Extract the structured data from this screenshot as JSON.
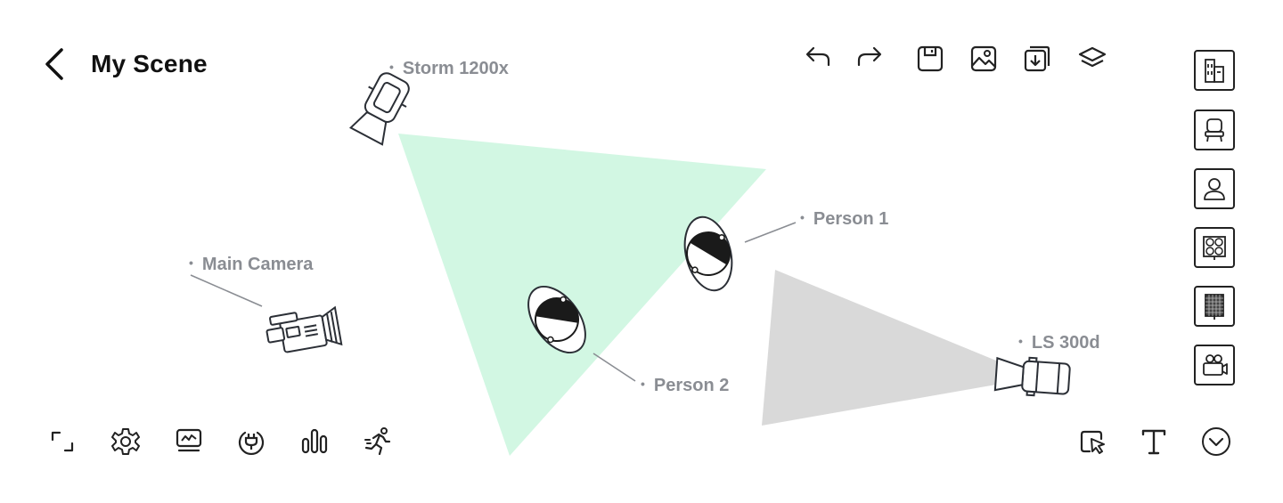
{
  "header": {
    "title": "My Scene",
    "back_icon": "chevron-left-icon"
  },
  "toolbar_top": [
    {
      "id": "undo",
      "icon": "undo-icon"
    },
    {
      "id": "redo",
      "icon": "redo-icon"
    },
    {
      "id": "save",
      "icon": "save-icon"
    },
    {
      "id": "image",
      "icon": "image-icon"
    },
    {
      "id": "export",
      "icon": "export-icon"
    },
    {
      "id": "layers",
      "icon": "layers-icon"
    }
  ],
  "palette": [
    {
      "id": "building",
      "icon": "building-icon"
    },
    {
      "id": "chair",
      "icon": "chair-icon"
    },
    {
      "id": "person",
      "icon": "person-icon"
    },
    {
      "id": "light-panel",
      "icon": "light-panel-icon"
    },
    {
      "id": "grid-panel",
      "icon": "grid-panel-icon"
    },
    {
      "id": "camera",
      "icon": "video-camera-icon"
    }
  ],
  "toolbar_bottom_left": [
    {
      "id": "frame",
      "icon": "frame-corners-icon"
    },
    {
      "id": "settings",
      "icon": "gear-icon"
    },
    {
      "id": "monitor",
      "icon": "monitor-icon"
    },
    {
      "id": "power",
      "icon": "power-plug-icon"
    },
    {
      "id": "stats",
      "icon": "bar-chart-icon"
    },
    {
      "id": "motion",
      "icon": "running-person-icon"
    }
  ],
  "toolbar_bottom_right": [
    {
      "id": "select",
      "icon": "select-shape-icon"
    },
    {
      "id": "text",
      "icon": "text-icon"
    },
    {
      "id": "more",
      "icon": "chevron-down-circle-icon"
    }
  ],
  "scene": {
    "labels": {
      "storm": "Storm 1200x",
      "person1": "Person 1",
      "camera": "Main Camera",
      "person2": "Person 2",
      "ls300d": "LS 300d"
    },
    "colors": {
      "beam_green": "#d2f7e3",
      "beam_gray": "#d9d9d9",
      "label_gray": "#8a8d93",
      "stroke": "#2b2f36"
    }
  }
}
